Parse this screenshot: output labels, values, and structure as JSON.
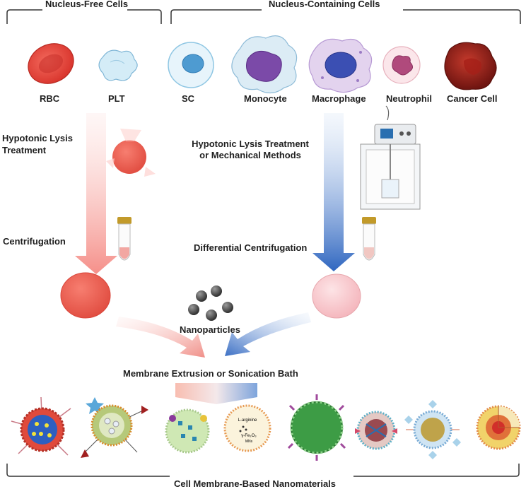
{
  "groups": {
    "nucleus_free": "Nucleus-Free Cells",
    "nucleus_containing": "Nucleus-Containing Cells"
  },
  "cells": [
    "RBC",
    "PLT",
    "SC",
    "Monocyte",
    "Macrophage",
    "Neutrophil",
    "Cancer Cell"
  ],
  "left_path": {
    "step1_line1": "Hypotonic Lysis",
    "step1_line2": "Treatment",
    "step2": "Centrifugation"
  },
  "right_path": {
    "step1_line1": "Hypotonic Lysis Treatment",
    "step1_line2": "or Mechanical Methods",
    "step2": "Differential Centrifugation"
  },
  "nanoparticles": "Nanoparticles",
  "process": "Membrane Extrusion or Sonication Bath",
  "product": "Cell Membrane-Based Nanomaterials",
  "np_inner_text": {
    "larginine": "L-arginine",
    "fe2o3": "γ-Fe₂O₃",
    "mnz": "MNs"
  },
  "colors": {
    "rbc": "#e8453c",
    "left_arrow": "#f7a8a4",
    "right_arrow": "#3d74c8",
    "membrane_left": "#ee6a5a",
    "membrane_right": "#f9c9cc"
  }
}
